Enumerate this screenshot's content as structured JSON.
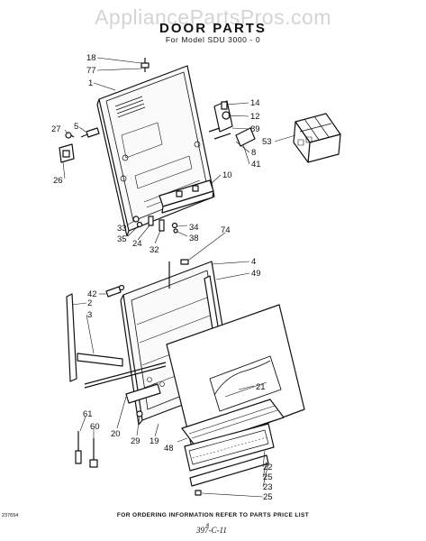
{
  "watermark": "AppliancePartsPros.com",
  "title": "DOOR PARTS",
  "subtitle": "For Model SDU 3000 - 0",
  "footer": "FOR ORDERING INFORMATION REFER TO PARTS PRICE LIST",
  "doc_code": "237654",
  "page_number": "4",
  "handwritten_note": "397-C-11",
  "callouts": {
    "p18": "18",
    "p77": "77",
    "p1": "1",
    "p27": "27",
    "p5": "5",
    "p26": "26",
    "p14": "14",
    "p12": "12",
    "p89": "89",
    "p53": "53",
    "p8": "8",
    "p41": "41",
    "p10": "10",
    "p33": "33",
    "p35": "35",
    "p24": "24",
    "p32": "32",
    "p34": "34",
    "p38": "38",
    "p74": "74",
    "p4": "4",
    "p49": "49",
    "p42": "42",
    "p2": "2",
    "p3": "3",
    "p21": "21",
    "p20": "20",
    "p29": "29",
    "p19": "19",
    "p48": "48",
    "p61": "61",
    "p60": "60",
    "p22": "22",
    "p25a": "25",
    "p23": "23",
    "p25b": "25"
  }
}
